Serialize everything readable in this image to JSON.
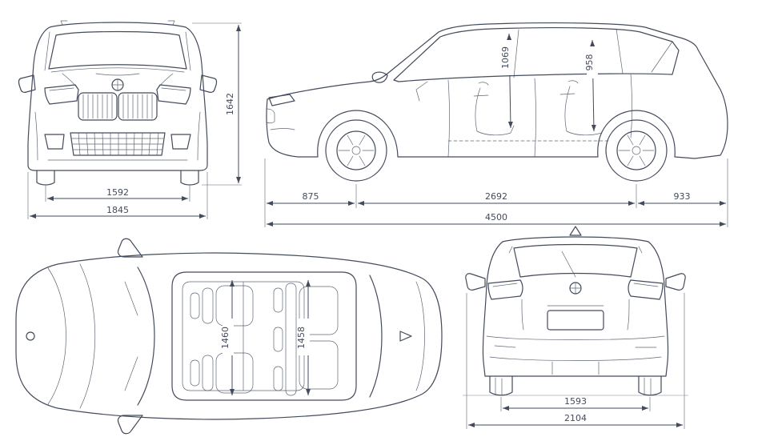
{
  "colors": {
    "background": "#ffffff",
    "line": "#434b5c",
    "dimension_text": "#434b5c"
  },
  "icons": {
    "bmw_roundel_front": "bmw-roundel-icon",
    "bmw_roundel_rear": "bmw-roundel-icon",
    "bmw_roundel_top": "bmw-roundel-icon",
    "shark_fin_antenna": "shark-fin-antenna-icon"
  },
  "dimensions": {
    "front": {
      "overall_height_mm": "1642",
      "track_width_mm": "1592",
      "body_width_mm": "1845"
    },
    "side": {
      "front_interior_height_mm": "1069",
      "rear_interior_height_mm": "958",
      "front_overhang_mm": "875",
      "wheelbase_mm": "2692",
      "rear_overhang_mm": "933",
      "overall_length_mm": "4500"
    },
    "top": {
      "front_interior_width_mm": "1460",
      "rear_interior_width_mm": "1458"
    },
    "rear": {
      "track_width_mm": "1593",
      "overall_width_incl_mirrors_mm": "2104"
    }
  }
}
